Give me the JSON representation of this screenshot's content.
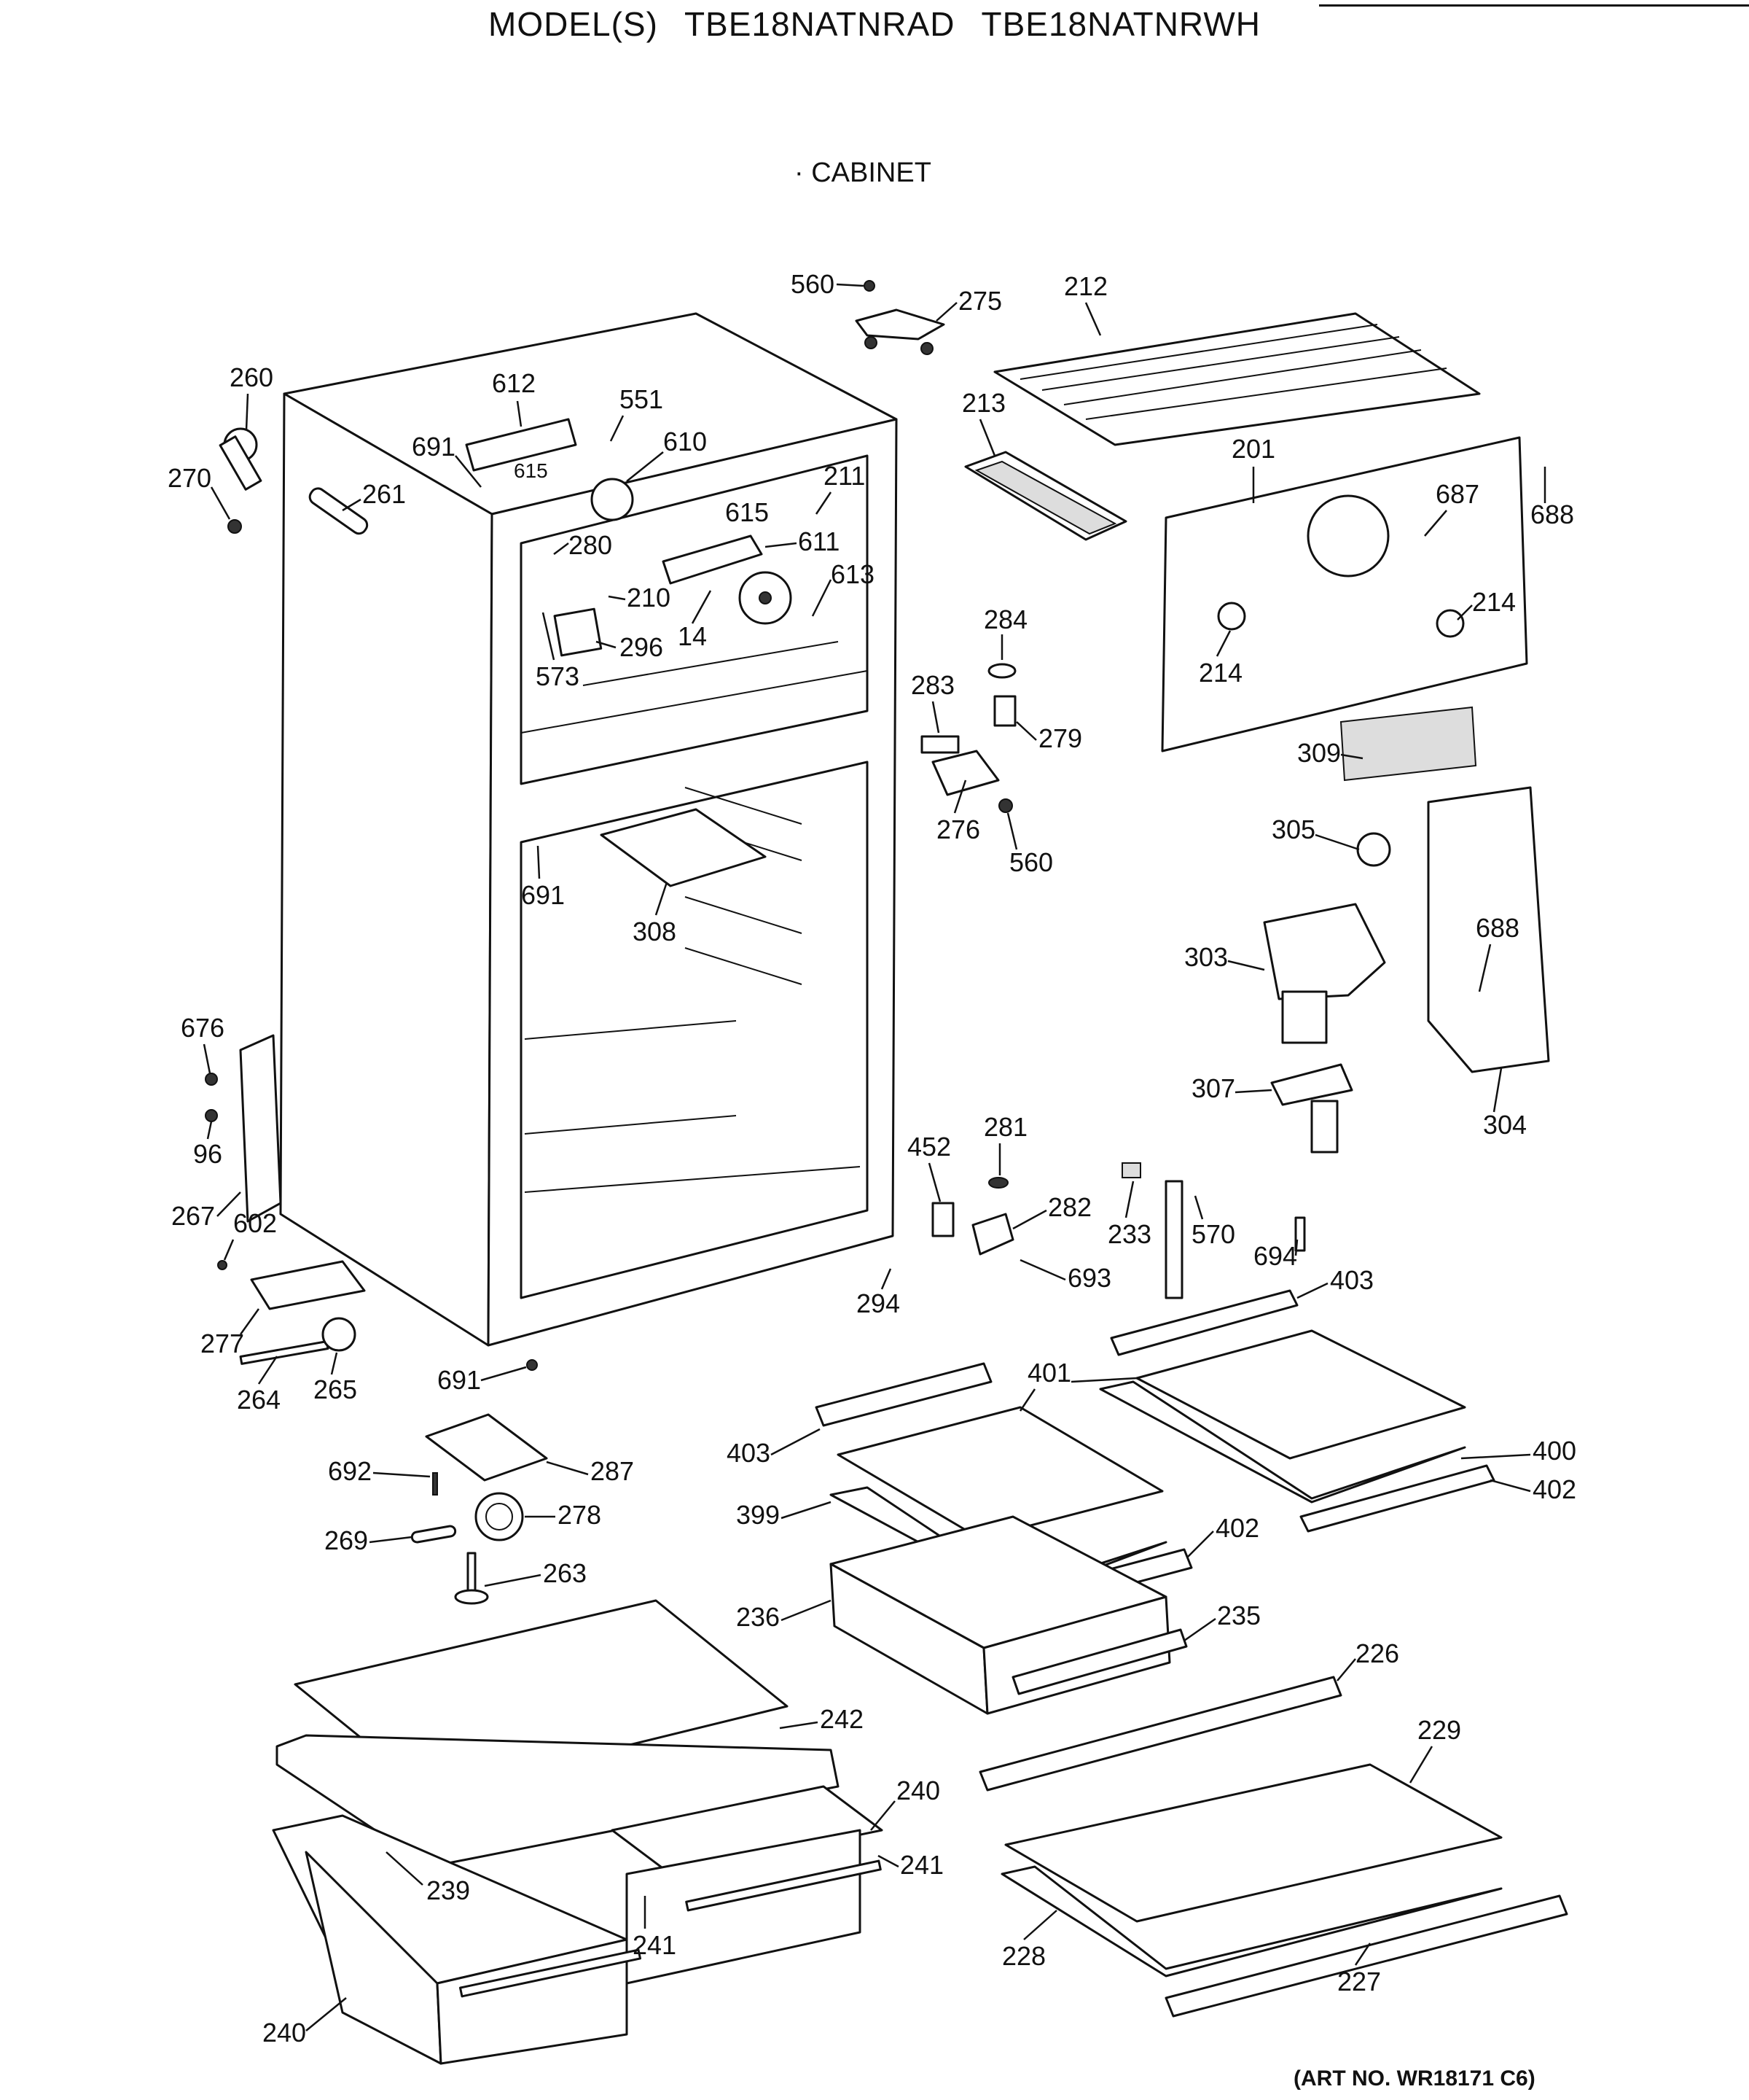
{
  "header": {
    "model_prefix": "MODEL(S)",
    "model_1": "TBE18NATNRAD",
    "model_2": "TBE18NATNRWH",
    "section": "· CABINET"
  },
  "footer": {
    "art_no": "(ART NO. WR18171 C6)"
  },
  "callouts": [
    {
      "id": "c560a",
      "text": "560"
    },
    {
      "id": "c275",
      "text": "275"
    },
    {
      "id": "c212",
      "text": "212"
    },
    {
      "id": "c260",
      "text": "260"
    },
    {
      "id": "c612",
      "text": "612"
    },
    {
      "id": "c551",
      "text": "551"
    },
    {
      "id": "c691a",
      "text": "691"
    },
    {
      "id": "c610",
      "text": "610"
    },
    {
      "id": "c615a",
      "text": "615"
    },
    {
      "id": "c270",
      "text": "270"
    },
    {
      "id": "c261",
      "text": "261"
    },
    {
      "id": "c211",
      "text": "211"
    },
    {
      "id": "c615b",
      "text": "615"
    },
    {
      "id": "c280",
      "text": "280"
    },
    {
      "id": "c611",
      "text": "611"
    },
    {
      "id": "c613",
      "text": "613"
    },
    {
      "id": "c210",
      "text": "210"
    },
    {
      "id": "c14",
      "text": "14"
    },
    {
      "id": "c296",
      "text": "296"
    },
    {
      "id": "c573",
      "text": "573"
    },
    {
      "id": "c213",
      "text": "213"
    },
    {
      "id": "c201",
      "text": "201"
    },
    {
      "id": "c687",
      "text": "687"
    },
    {
      "id": "c688a",
      "text": "688"
    },
    {
      "id": "c214a",
      "text": "214"
    },
    {
      "id": "c214b",
      "text": "214"
    },
    {
      "id": "c284",
      "text": "284"
    },
    {
      "id": "c283",
      "text": "283"
    },
    {
      "id": "c279",
      "text": "279"
    },
    {
      "id": "c276",
      "text": "276"
    },
    {
      "id": "c560b",
      "text": "560"
    },
    {
      "id": "c309",
      "text": "309"
    },
    {
      "id": "c305",
      "text": "305"
    },
    {
      "id": "c691b",
      "text": "691"
    },
    {
      "id": "c308",
      "text": "308"
    },
    {
      "id": "c303",
      "text": "303"
    },
    {
      "id": "c688b",
      "text": "688"
    },
    {
      "id": "c676",
      "text": "676"
    },
    {
      "id": "c96",
      "text": "96"
    },
    {
      "id": "c307",
      "text": "307"
    },
    {
      "id": "c304",
      "text": "304"
    },
    {
      "id": "c452",
      "text": "452"
    },
    {
      "id": "c281",
      "text": "281"
    },
    {
      "id": "c282",
      "text": "282"
    },
    {
      "id": "c233",
      "text": "233"
    },
    {
      "id": "c570",
      "text": "570"
    },
    {
      "id": "c267",
      "text": "267"
    },
    {
      "id": "c602",
      "text": "602"
    },
    {
      "id": "c693",
      "text": "693"
    },
    {
      "id": "c694",
      "text": "694"
    },
    {
      "id": "c403a",
      "text": "403"
    },
    {
      "id": "c294",
      "text": "294"
    },
    {
      "id": "c277",
      "text": "277"
    },
    {
      "id": "c264",
      "text": "264"
    },
    {
      "id": "c265",
      "text": "265"
    },
    {
      "id": "c691c",
      "text": "691"
    },
    {
      "id": "c401",
      "text": "401"
    },
    {
      "id": "c403b",
      "text": "403"
    },
    {
      "id": "c400",
      "text": "400"
    },
    {
      "id": "c692",
      "text": "692"
    },
    {
      "id": "c287",
      "text": "287"
    },
    {
      "id": "c402a",
      "text": "402"
    },
    {
      "id": "c399",
      "text": "399"
    },
    {
      "id": "c278",
      "text": "278"
    },
    {
      "id": "c402b",
      "text": "402"
    },
    {
      "id": "c269",
      "text": "269"
    },
    {
      "id": "c263",
      "text": "263"
    },
    {
      "id": "c236",
      "text": "236"
    },
    {
      "id": "c235",
      "text": "235"
    },
    {
      "id": "c226",
      "text": "226"
    },
    {
      "id": "c242",
      "text": "242"
    },
    {
      "id": "c229",
      "text": "229"
    },
    {
      "id": "c240a",
      "text": "240"
    },
    {
      "id": "c241a",
      "text": "241"
    },
    {
      "id": "c239",
      "text": "239"
    },
    {
      "id": "c241b",
      "text": "241"
    },
    {
      "id": "c228",
      "text": "228"
    },
    {
      "id": "c227",
      "text": "227"
    },
    {
      "id": "c240b",
      "text": "240"
    }
  ]
}
